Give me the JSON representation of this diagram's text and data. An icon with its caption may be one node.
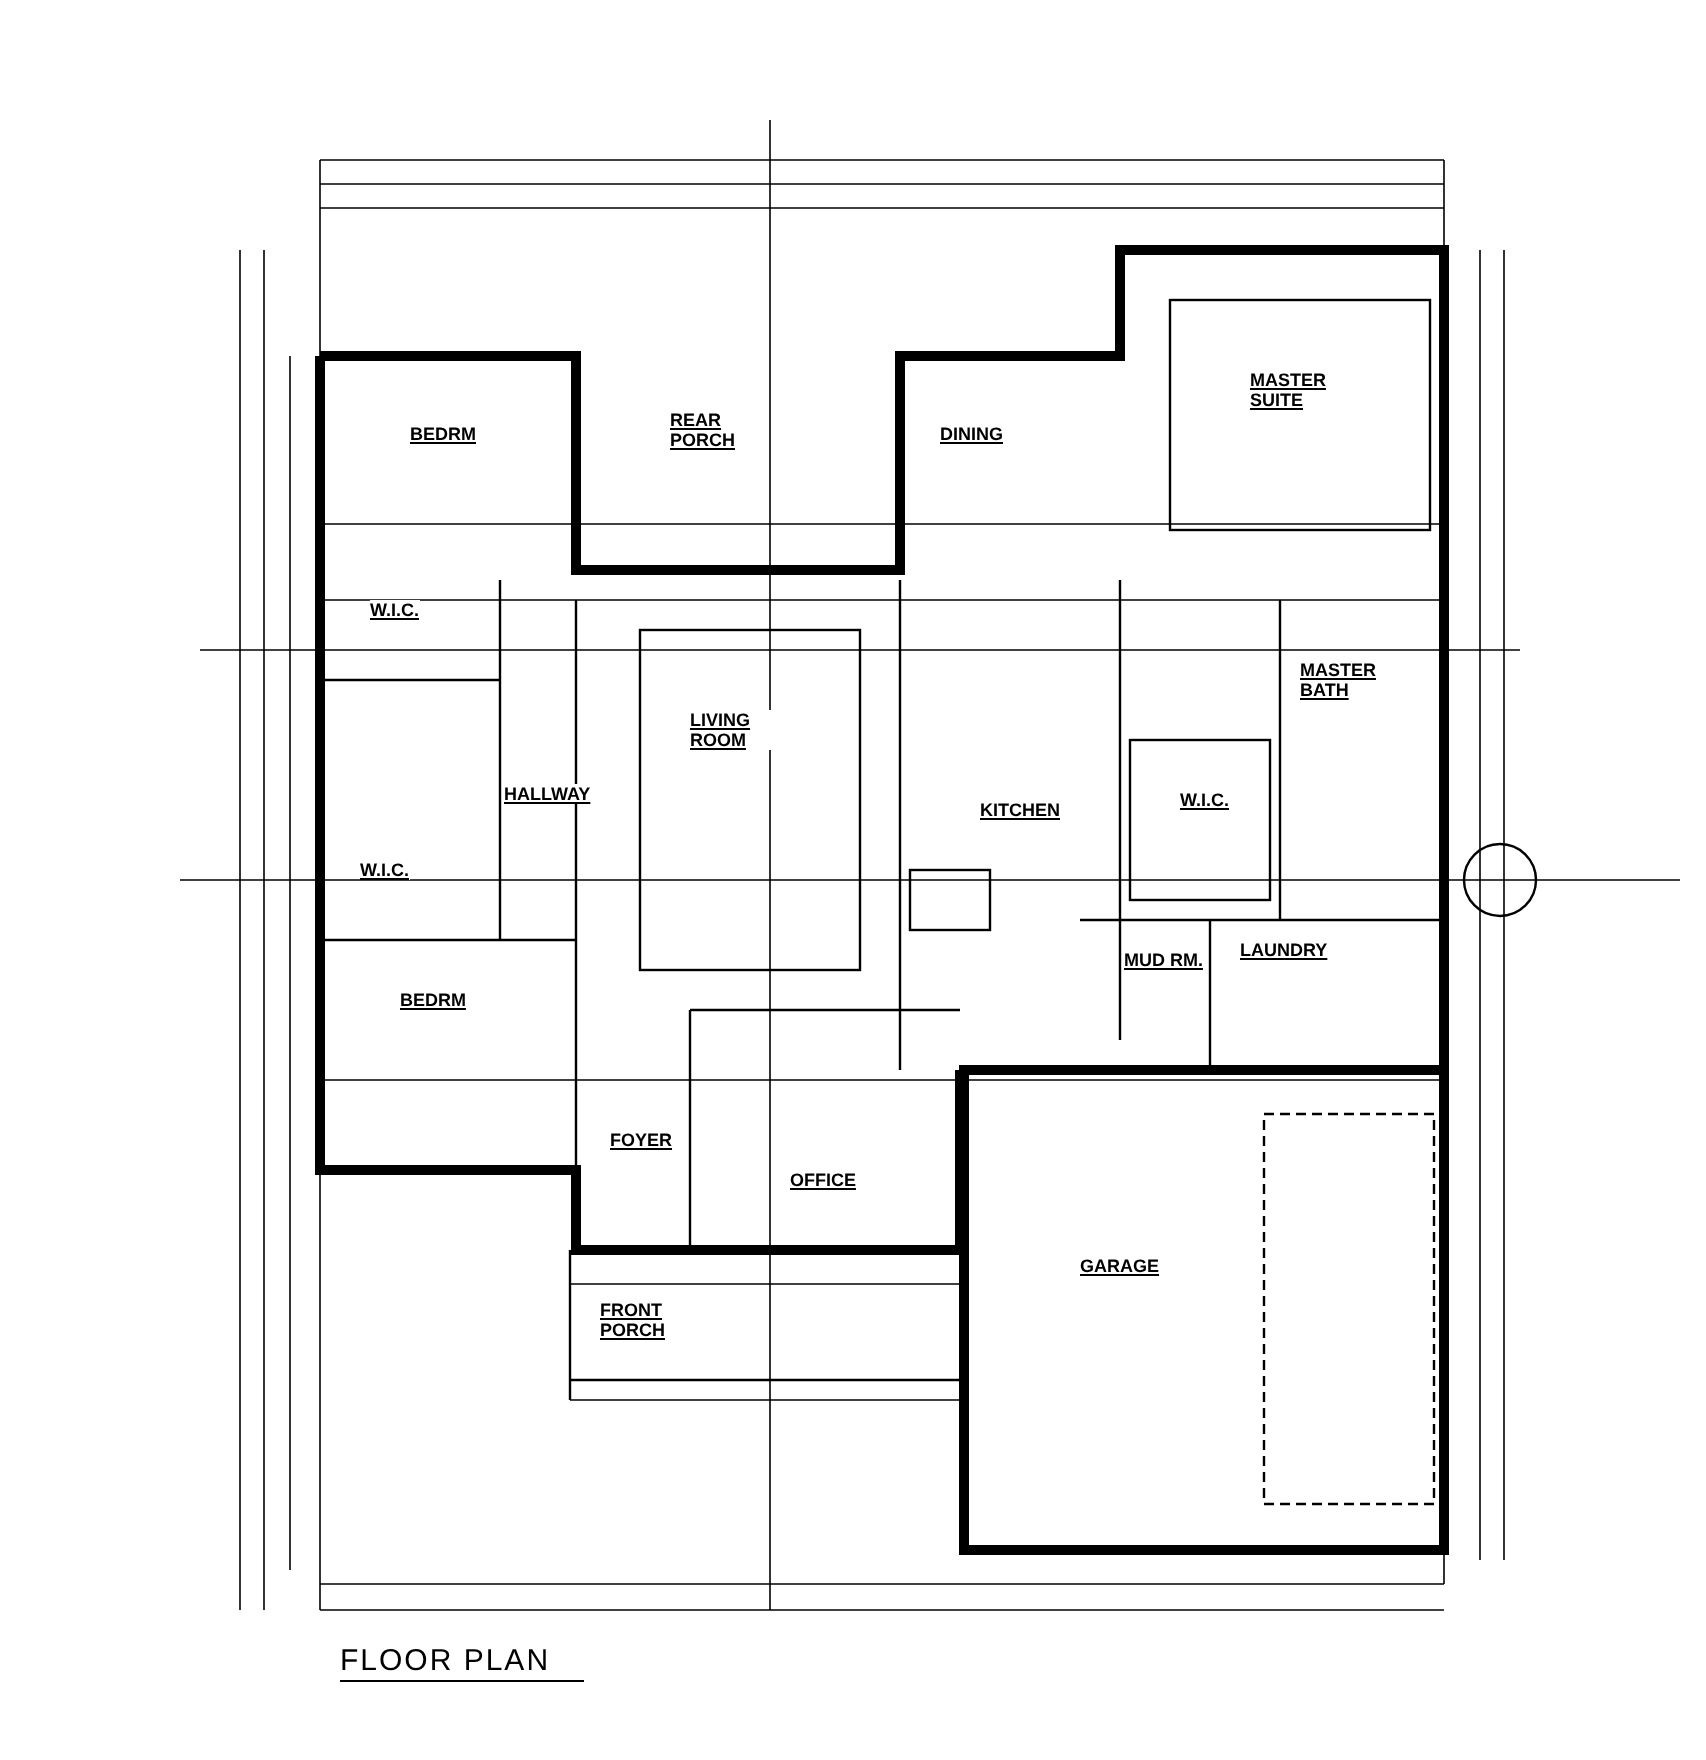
{
  "diagram": {
    "title": "FLOOR PLAN",
    "nodes": [
      {
        "text": [
          "BEDRM"
        ]
      },
      {
        "text": [
          "REAR PORCH"
        ]
      },
      {
        "text": [
          "DINING"
        ]
      },
      {
        "text": [
          "MASTER SUITE"
        ]
      },
      {
        "text": [
          "W.I.C."
        ]
      },
      {
        "text": [
          "LIVING ROOM"
        ]
      },
      {
        "text": [
          "HALLWAY"
        ]
      },
      {
        "text": [
          "MASTER BATH"
        ]
      },
      {
        "text": [
          "KITCHEN"
        ]
      },
      {
        "text": [
          "W.I.C."
        ]
      },
      {
        "text": [
          "W.I.C."
        ]
      },
      {
        "text": [
          "MUD RM."
        ]
      },
      {
        "text": [
          "LAUNDRY"
        ]
      },
      {
        "text": [
          "BEDRM"
        ]
      },
      {
        "text": [
          "FOYER"
        ]
      },
      {
        "text": [
          "OFFICE"
        ]
      },
      {
        "text": [
          "FRONT PORCH"
        ]
      },
      {
        "text": [
          "GARAGE"
        ]
      }
    ],
    "edges": []
  }
}
